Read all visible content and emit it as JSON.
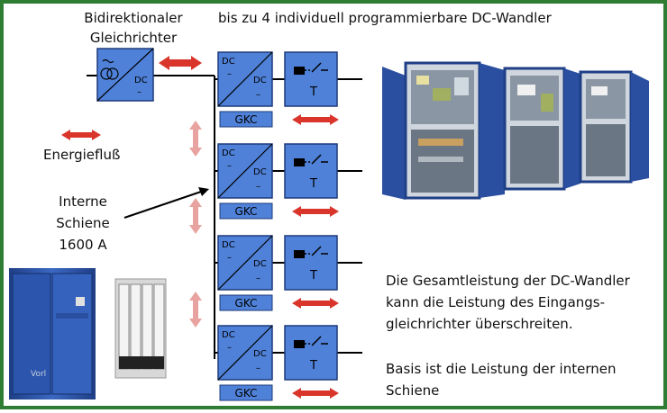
{
  "headings": {
    "rectifier_line1": "Bidirektionaler",
    "rectifier_line2": "Gleichrichter",
    "converters": "bis zu 4 individuell programmierbare DC-Wandler"
  },
  "legend": {
    "energy_flow": "Energiefluß"
  },
  "bus_label": {
    "line1": "Interne",
    "line2": "Schiene",
    "line3": "1600 A"
  },
  "converter_block": {
    "top_label": "DC",
    "right_label": "DC",
    "minus": "–",
    "gkc": "GKC",
    "switch_label": "T"
  },
  "rectifier_block": {
    "top_label": "DC",
    "minus": "–"
  },
  "note": {
    "line1": "Die Gesamtleistung der DC-Wandler",
    "line2": "kann die Leistung des Eingangs-",
    "line3": "gleichrichter überschreiten.",
    "line4": "Basis ist die Leistung der internen",
    "line5": "Schiene"
  },
  "watermark": "Vorl",
  "colors": {
    "block_fill": "#4f81d8",
    "block_stroke": "#1e3a7a",
    "arrow": "#d9352b",
    "arrow_vert": "#e8a3a0",
    "line": "#000000"
  }
}
